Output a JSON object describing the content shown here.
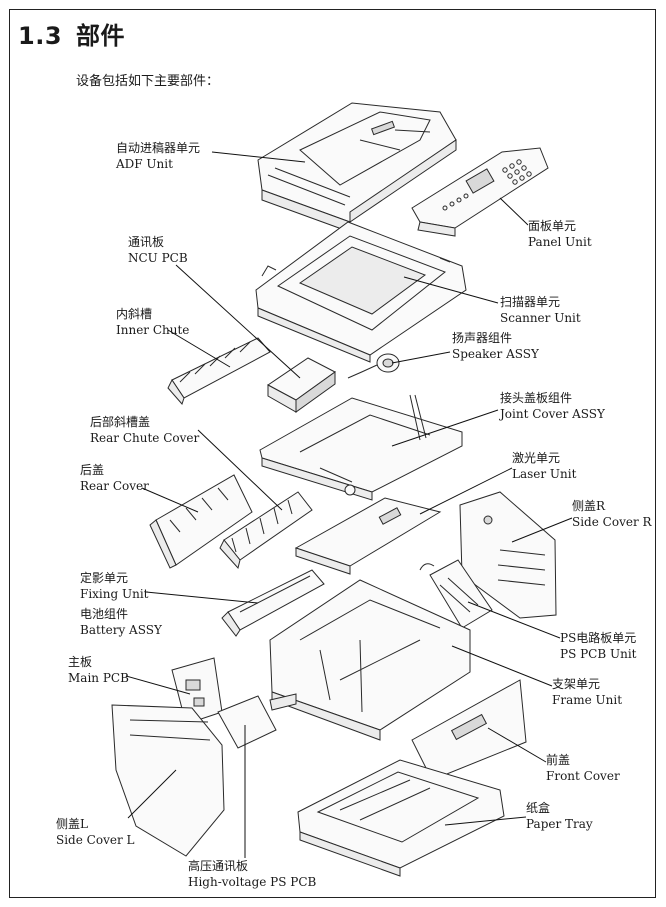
{
  "header": {
    "number": "1.3",
    "title": "部件"
  },
  "intro": "设备包括如下主要部件：",
  "labels": [
    {
      "id": "adf",
      "cn": "自动进稿器单元",
      "en": "ADF Unit"
    },
    {
      "id": "panel",
      "cn": "面板单元",
      "en": "Panel Unit"
    },
    {
      "id": "ncu",
      "cn": "通讯板",
      "en": "NCU PCB"
    },
    {
      "id": "scanner",
      "cn": "扫描器单元",
      "en": "Scanner Unit"
    },
    {
      "id": "inner-chute",
      "cn": "内斜槽",
      "en": "Inner Chute"
    },
    {
      "id": "speaker",
      "cn": "扬声器组件",
      "en": "Speaker ASSY"
    },
    {
      "id": "joint-cover",
      "cn": "接头盖板组件",
      "en": "Joint Cover ASSY"
    },
    {
      "id": "rear-chute",
      "cn": "后部斜槽盖",
      "en": "Rear Chute Cover"
    },
    {
      "id": "laser",
      "cn": "激光单元",
      "en": "Laser Unit"
    },
    {
      "id": "rear-cover",
      "cn": "后盖",
      "en": "Rear Cover"
    },
    {
      "id": "side-cover-r",
      "cn": "侧盖R",
      "en": "Side Cover R"
    },
    {
      "id": "fixing",
      "cn": "定影单元",
      "en": "Fixing Unit"
    },
    {
      "id": "battery",
      "cn": "电池组件",
      "en": "Battery ASSY"
    },
    {
      "id": "ps-pcb",
      "cn": "PS电路板单元",
      "en": "PS PCB Unit"
    },
    {
      "id": "main-pcb",
      "cn": "主板",
      "en": "Main PCB"
    },
    {
      "id": "frame",
      "cn": "支架单元",
      "en": "Frame Unit"
    },
    {
      "id": "front-cover",
      "cn": "前盖",
      "en": "Front Cover"
    },
    {
      "id": "side-cover-l",
      "cn": "侧盖L",
      "en": "Side Cover L"
    },
    {
      "id": "paper-tray",
      "cn": "纸盒",
      "en": "Paper Tray"
    },
    {
      "id": "hv-pcb",
      "cn": "高压通讯板",
      "en": "High-voltage PS PCB"
    }
  ]
}
